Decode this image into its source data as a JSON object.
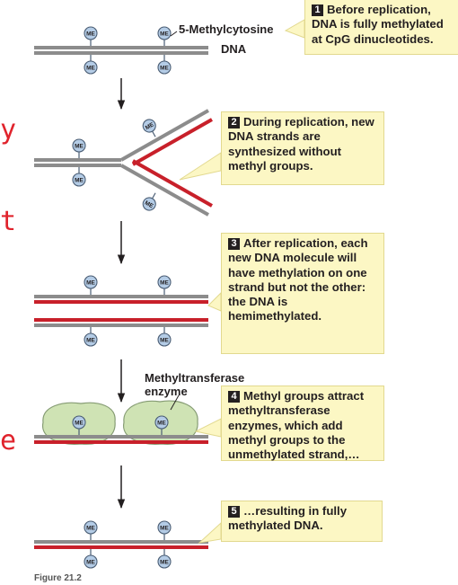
{
  "labels": {
    "methylcytosine": "5-Methylcytosine",
    "dna": "DNA",
    "enzyme_line1": "Methyltransferase",
    "enzyme_line2": "enzyme",
    "methyl_tag": "ME"
  },
  "steps": [
    {
      "number": "1",
      "text": "Before replication, DNA is fully methylated at CpG dinucleotides."
    },
    {
      "number": "2",
      "text": "During replication, new DNA strands are synthesized without methyl groups."
    },
    {
      "number": "3",
      "text": "After replication, each new DNA molecule will have methylation on one strand but not the other: the DNA is hemimethylated."
    },
    {
      "number": "4",
      "text": "Methyl groups attract methyltransferase enzymes, which add methyl groups to the unmethylated strand,…"
    },
    {
      "number": "5",
      "text": "…resulting in fully methylated DNA."
    }
  ],
  "figure_caption": "Figure 21.2",
  "side_notes": [
    "y",
    "t",
    "e"
  ],
  "colors": {
    "parent_strand": "#8c8c8c",
    "new_strand": "#c8202a",
    "methyl_fill": "#b4cce6",
    "methyl_stroke": "#4a5d74",
    "enzyme_fill": "#cfe3b4",
    "enzyme_stroke": "#869c74",
    "callout_fill": "#fcf7c4",
    "text": "#231f20"
  }
}
